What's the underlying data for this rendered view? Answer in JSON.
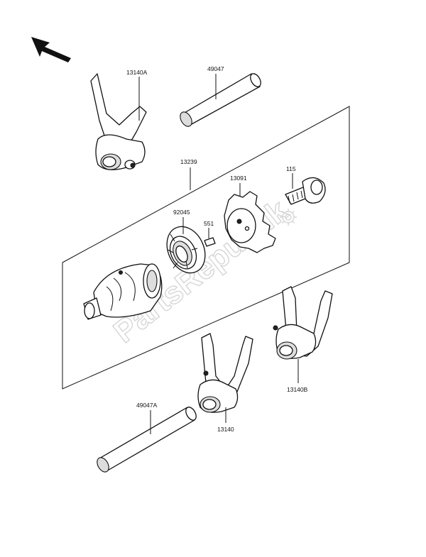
{
  "watermark": "PartsRepublik",
  "labels": {
    "fork_13140A": "13140A",
    "shaft_49047": "49047",
    "drum_13239": "13239",
    "stopper_13091": "13091",
    "bolt_115": "115",
    "bearing_92045": "92045",
    "pin_551": "551",
    "fork_13140B": "13140B",
    "shaft_49047A": "49047A",
    "fork_13140": "13140"
  }
}
